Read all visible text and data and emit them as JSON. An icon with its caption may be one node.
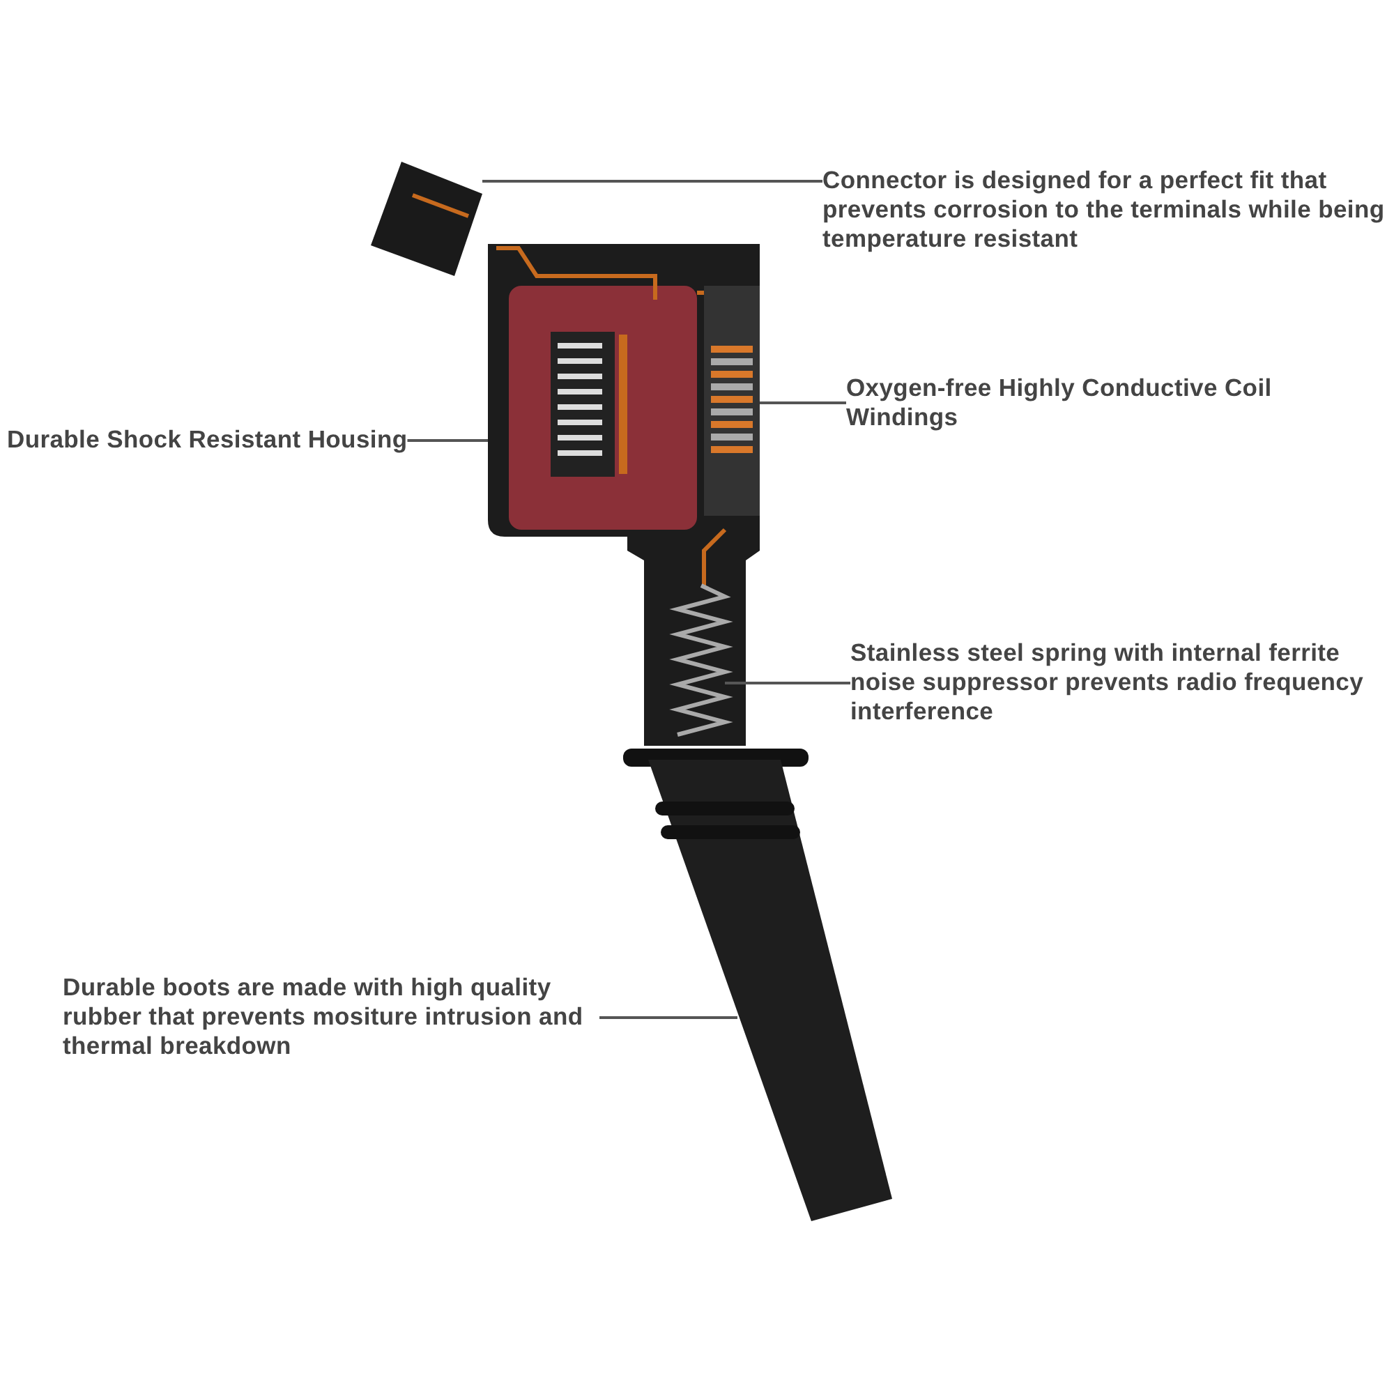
{
  "diagram": {
    "nodes": [
      {
        "text": [
          "Connector is designed for a perfect fit that prevents corrosion to the terminals while being temperature resistant"
        ]
      },
      {
        "text": [],
        "shape": "picture"
      },
      {
        "text": [
          "Durable Shock Resistant Housing"
        ]
      },
      {
        "text": [],
        "shape": "picture"
      },
      {
        "text": [
          "Oxygen-free Highly Conductive Coil Windings"
        ]
      },
      {
        "text": [],
        "shape": "picture",
        "in": 3
      },
      {
        "text": [
          "Stainless steel spring with internal ferrite noise suppressor prevents radio frequency interference"
        ]
      },
      {
        "text": [],
        "shape": "picture",
        "in": 3
      },
      {
        "text": [
          "Durable boots are made with high quality rubber that prevents mositure intrusion and thermal breakdown"
        ]
      },
      {
        "text": [],
        "shape": "picture"
      }
    ],
    "edges": [
      {
        "from": 0,
        "to": 1,
        "arrow": "none"
      },
      {
        "from": 2,
        "to": 3,
        "arrow": "none"
      },
      {
        "from": 4,
        "to": 5,
        "arrow": "none"
      },
      {
        "from": 6,
        "to": 7,
        "arrow": "none"
      },
      {
        "from": 8,
        "to": 9,
        "arrow": "none"
      }
    ]
  }
}
